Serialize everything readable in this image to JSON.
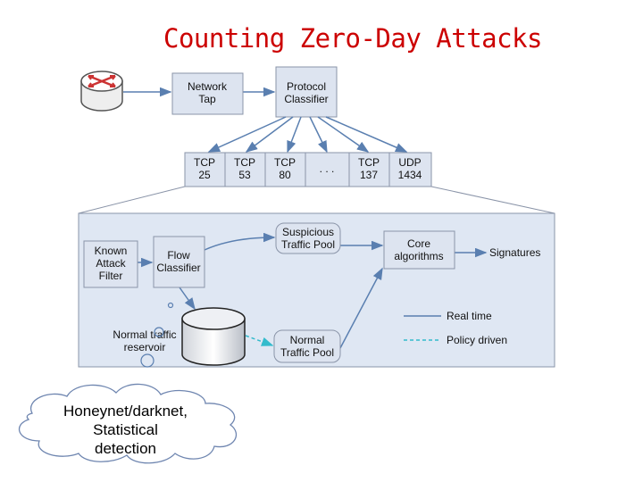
{
  "title": "Counting Zero-Day Attacks",
  "nodes": {
    "network_tap": [
      "Network",
      "Tap"
    ],
    "protocol_classifier": [
      "Protocol",
      "Classifier"
    ],
    "ports": [
      [
        "TCP",
        "25"
      ],
      [
        "TCP",
        "53"
      ],
      [
        "TCP",
        "80"
      ],
      [
        ". . ."
      ],
      [
        "TCP",
        "137"
      ],
      [
        "UDP",
        "1434"
      ]
    ],
    "known_attack_filter": [
      "Known",
      "Attack",
      "Filter"
    ],
    "flow_classifier": [
      "Flow",
      "Classifier"
    ],
    "suspicious_pool": [
      "Suspicious",
      "Traffic Pool"
    ],
    "core_algorithms": [
      "Core",
      "algorithms"
    ],
    "signatures": "Signatures",
    "normal_reservoir": [
      "Normal traffic",
      "reservoir"
    ],
    "normal_pool": [
      "Normal",
      "Traffic Pool"
    ]
  },
  "legend": {
    "real_time": "Real time",
    "policy_driven": "Policy driven"
  },
  "callout": [
    "Honeynet/darknet,",
    "Statistical",
    "detection"
  ],
  "colors": {
    "title": "#cc0000",
    "box_fill": "#dde4f0",
    "box_stroke": "#8a94a8",
    "panel_fill": "#dfe7f3",
    "arrow": "#5a7fb0",
    "policy": "#33bbcc",
    "router": "#cc3333"
  }
}
